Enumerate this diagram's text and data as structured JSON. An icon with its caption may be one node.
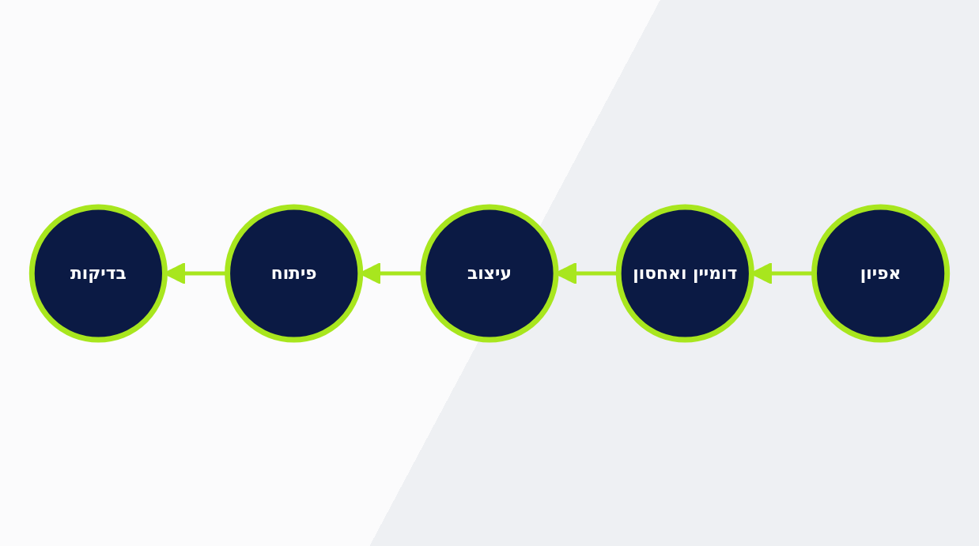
{
  "diagram": {
    "nodes": [
      {
        "text": [
          "אפיון"
        ]
      },
      {
        "text": [
          "דומיין ואחסון"
        ]
      },
      {
        "text": [
          "עיצוב"
        ]
      },
      {
        "text": [
          "פיתוח"
        ]
      },
      {
        "text": [
          "בדיקות"
        ]
      }
    ],
    "edges": [
      {
        "from": 0,
        "to": 1,
        "arrow": "to"
      },
      {
        "from": 1,
        "to": 2,
        "arrow": "to"
      },
      {
        "from": 2,
        "to": 3,
        "arrow": "to"
      },
      {
        "from": 3,
        "to": 4,
        "arrow": "to"
      }
    ]
  }
}
